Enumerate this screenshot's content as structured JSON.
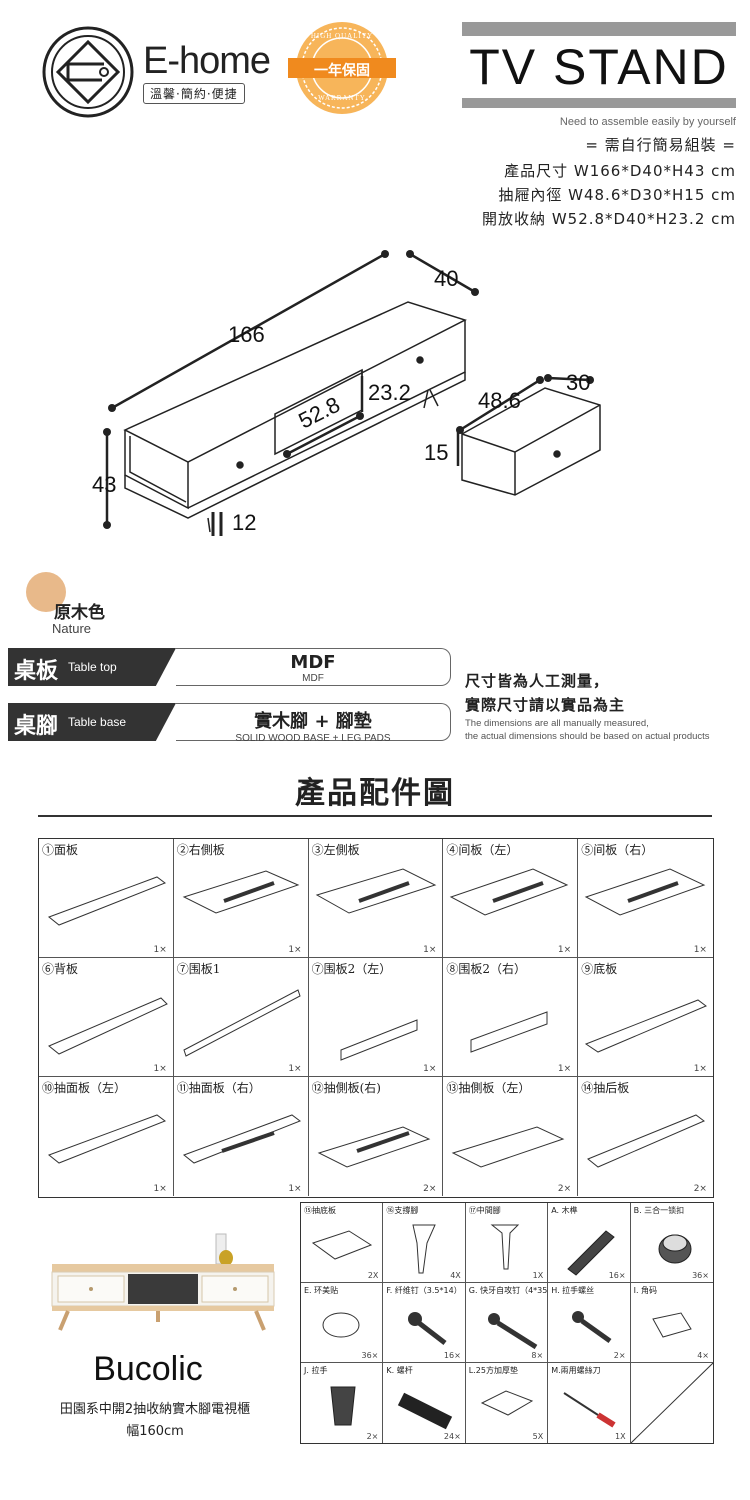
{
  "brand": {
    "name": "E-home",
    "tagline": "溫馨·簡約·便捷"
  },
  "badge": {
    "top": "HIGH QUALITY",
    "center": "一年保固",
    "bottom": "WARRANTY",
    "color": "#f2a03a"
  },
  "title": {
    "main": "TV STAND",
    "assemble_en": "Need to assemble easily by yourself",
    "assemble_zh": "= 需自行簡易組裝 =",
    "spec_size": "產品尺寸 W166*D40*H43 cm",
    "spec_drawer": "抽屜內徑 W48.6*D30*H15 cm",
    "spec_open": "開放收納 W52.8*D40*H23.2 cm"
  },
  "dimensions": {
    "width": "166",
    "depth": "40",
    "height": "43",
    "open_width": "52.8",
    "open_height": "23.2",
    "leg": "12",
    "drawer_width": "48.6",
    "drawer_depth": "30",
    "drawer_height": "15"
  },
  "color": {
    "name_zh": "原木色",
    "name_en": "Nature",
    "swatch": "#e8b98a"
  },
  "materials": [
    {
      "zh": "桌板",
      "en": "Table top",
      "main": "MDF",
      "sub": "MDF"
    },
    {
      "zh": "桌腳",
      "en": "Table base",
      "main": "實木腳 + 腳墊",
      "sub": "SOLID WOOD BASE + LEG PADS"
    }
  ],
  "note": {
    "line1": "尺寸皆為人工測量，",
    "line2": "實際尺寸請以實品為主",
    "en1": "The dimensions are all manually measured,",
    "en2": "the actual dimensions should be based on actual products"
  },
  "parts_title": "產品配件圖",
  "parts": [
    {
      "label": "①面板",
      "qty": "1×"
    },
    {
      "label": "②右側板",
      "qty": "1×"
    },
    {
      "label": "③左側板",
      "qty": "1×"
    },
    {
      "label": "④间板（左）",
      "qty": "1×"
    },
    {
      "label": "⑤间板（右）",
      "qty": "1×"
    },
    {
      "label": "⑥背板",
      "qty": "1×"
    },
    {
      "label": "⑦围板1",
      "qty": "1×"
    },
    {
      "label": "⑦围板2（左）",
      "qty": "1×"
    },
    {
      "label": "⑧围板2（右）",
      "qty": "1×"
    },
    {
      "label": "⑨底板",
      "qty": "1×"
    },
    {
      "label": "⑩抽面板（左）",
      "qty": "1×"
    },
    {
      "label": "⑪抽面板（右）",
      "qty": "1×"
    },
    {
      "label": "⑫抽側板(右)",
      "qty": "2×"
    },
    {
      "label": "⑬抽側板（左）",
      "qty": "2×"
    },
    {
      "label": "⑭抽后板",
      "qty": "2×"
    }
  ],
  "hardware": [
    {
      "label": "⑮抽底板",
      "qty": "2X"
    },
    {
      "label": "⑯支撐腳",
      "qty": "4X"
    },
    {
      "label": "⑰中間腳",
      "qty": "1X"
    },
    {
      "label": "A. 木榫",
      "qty": "16×"
    },
    {
      "label": "B. 三合一锁扣",
      "qty": "36×"
    },
    {
      "label": "E. 环美贴",
      "qty": "36×"
    },
    {
      "label": "F. 纤维钉（3.5*14）",
      "qty": "16×"
    },
    {
      "label": "G. 快牙自攻钉（4*35",
      "qty": "8×"
    },
    {
      "label": "H. 拉手螺丝",
      "qty": "2×"
    },
    {
      "label": "I. 角码",
      "qty": "4×"
    },
    {
      "label": "J. 拉手",
      "qty": "2×"
    },
    {
      "label": "K. 螺杆",
      "qty": "24×"
    },
    {
      "label": "L.25方加厚垫",
      "qty": "5X"
    },
    {
      "label": "M.兩用螺絲刀",
      "qty": "1X"
    }
  ],
  "product": {
    "series": "Bucolic",
    "description": "田園系中開2抽收納實木腳電視櫃",
    "width": "幅160cm"
  }
}
